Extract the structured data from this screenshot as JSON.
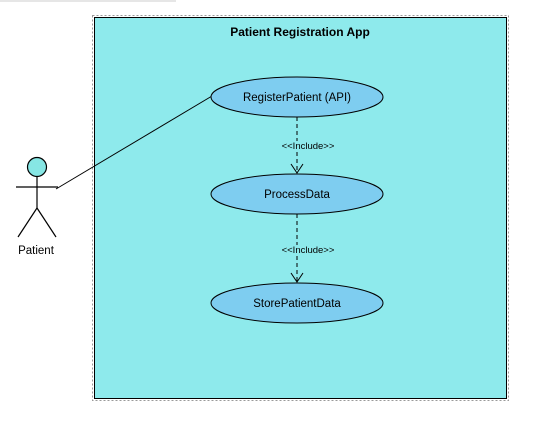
{
  "system": {
    "title": "Patient Registration App"
  },
  "actor": {
    "label": "Patient"
  },
  "use_cases": [
    {
      "id": "register",
      "label": "RegisterPatient (API)"
    },
    {
      "id": "process",
      "label": "ProcessData"
    },
    {
      "id": "store",
      "label": "StorePatientData"
    }
  ],
  "relations": [
    {
      "from": "register",
      "to": "process",
      "stereotype": "<<Include>>"
    },
    {
      "from": "process",
      "to": "store",
      "stereotype": "<<Include>>"
    }
  ],
  "colors": {
    "system_fill": "#8eeaec",
    "usecase_fill": "#7ecdf0",
    "actor_head": "#86e6e4",
    "stroke": "#000000"
  }
}
